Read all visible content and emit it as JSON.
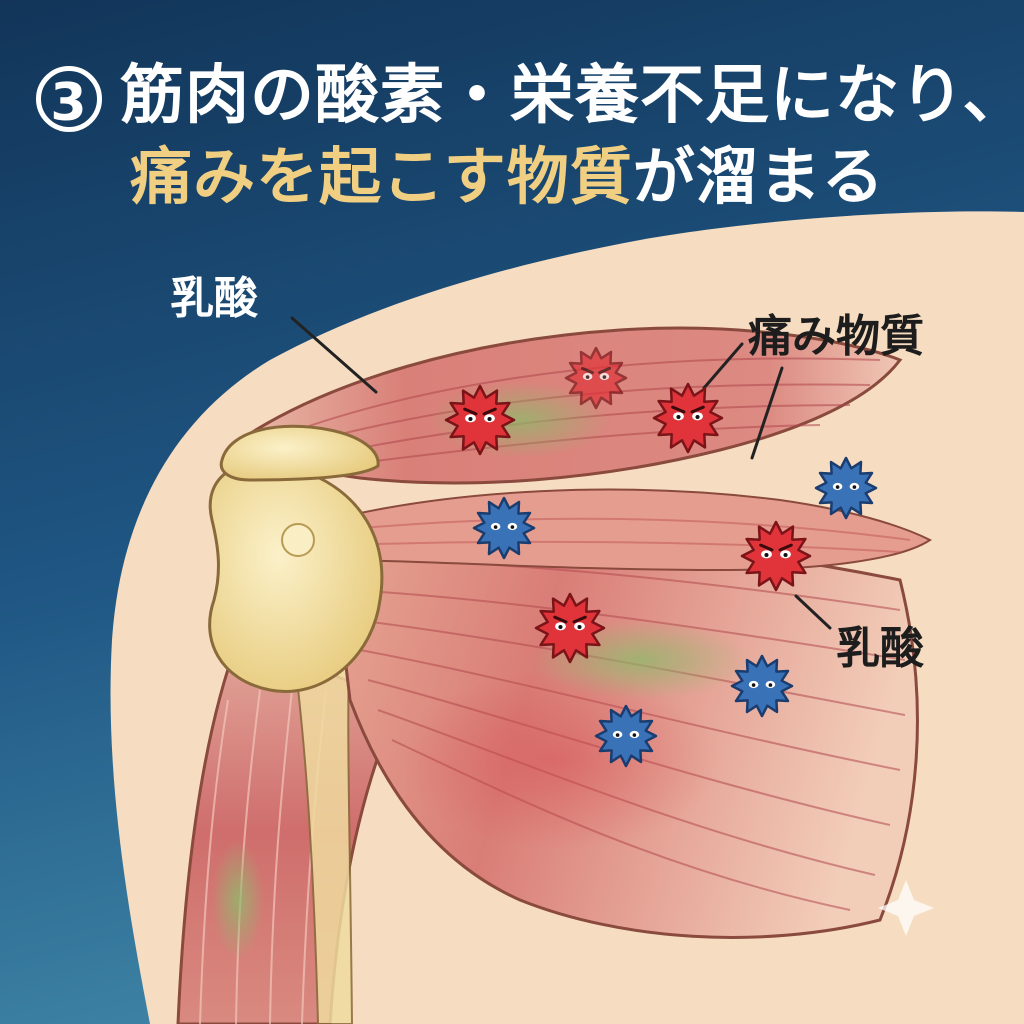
{
  "title": {
    "number": "3",
    "line1": "筋肉の酸素・栄養不足になり、",
    "line2_highlight": "痛みを起こす物質",
    "line2_rest": "が溜まる"
  },
  "labels": {
    "lactic_acid_top": "乳酸",
    "pain_substance": "痛み物質",
    "lactic_acid_right": "乳酸"
  },
  "colors": {
    "background_dark": "#153a60",
    "background_light": "#3e80a3",
    "skin": "#f6dcc0",
    "muscle": "#d9807a",
    "muscle_dark": "#b9565a",
    "bone": "#f3e2a6",
    "title_highlight": "#f0cf83",
    "pain_particle": "#e0343a",
    "lactic_particle": "#3a72b8"
  },
  "icons": {
    "pain_particle": "red-spiky-pain-substance-icon",
    "lactic_particle": "blue-spiky-lactic-acid-icon",
    "sparkle": "sparkle-icon"
  }
}
